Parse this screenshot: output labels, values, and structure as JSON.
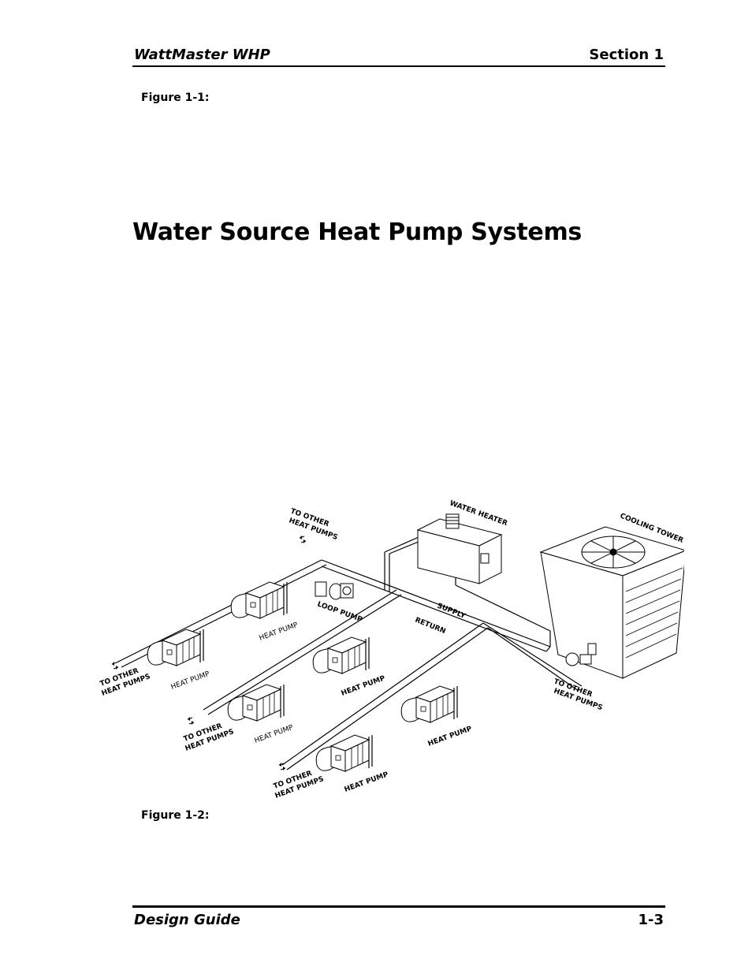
{
  "header": {
    "left": "WattMaster WHP",
    "right": "Section 1"
  },
  "figure1": {
    "caption": "Figure 1-1:"
  },
  "section": {
    "title": "Water Source Heat Pump Systems"
  },
  "diagram": {
    "labels": {
      "water_heater": "WATER HEATER",
      "cooling_tower": "COOLING TOWER",
      "loop_pump": "LOOP PUMP",
      "supply": "SUPPLY",
      "return": "RETURN",
      "to_other": "TO OTHER",
      "heat_pumps": "HEAT PUMPS",
      "heat_pump": "HEAT PUMP"
    }
  },
  "figure2": {
    "caption": "Figure 1-2:"
  },
  "footer": {
    "left": "Design Guide",
    "right": "1-3"
  }
}
